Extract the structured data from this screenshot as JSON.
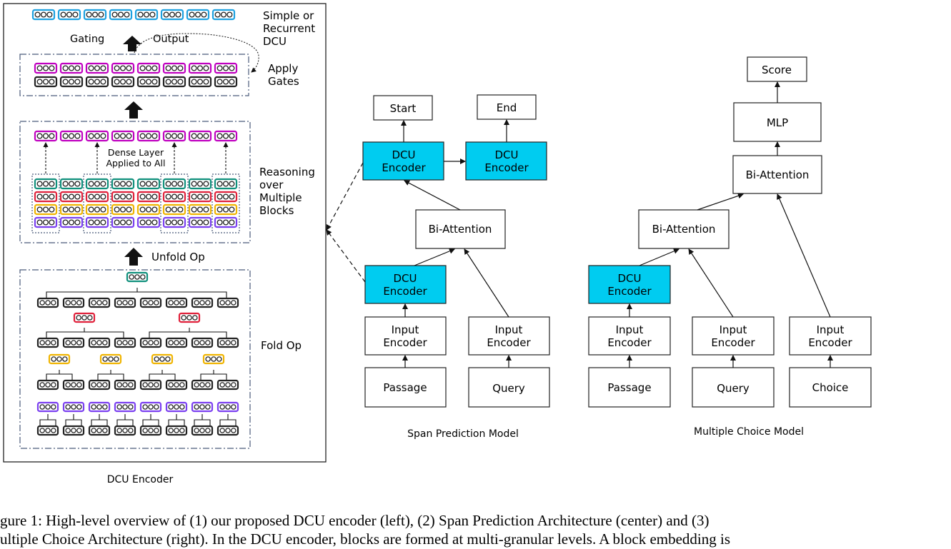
{
  "encoder": {
    "top_label": "Simple or\nRecurrent\nDCU",
    "gating_label": "Gating",
    "output_label": "Output",
    "apply_label": "Apply\nGates",
    "dense_label": "Dense Layer\nApplied to All",
    "reasoning_label": "Reasoning\nover\nMultiple\nBlocks",
    "unfold_label": "Unfold Op",
    "fold_label": "Fold Op",
    "title": "DCU Encoder",
    "colors": {
      "cyan": "#1da1e0",
      "magenta": "#c000c0",
      "black": "#222222",
      "teal": "#10907c",
      "red": "#e0203a",
      "yellow": "#f0b400",
      "purple": "#7a3ff0"
    }
  },
  "span": {
    "start": "Start",
    "end": "End",
    "dcu1": "DCU\nEncoder",
    "dcu2": "DCU\nEncoder",
    "biatt": "Bi-Attention",
    "dcu3": "DCU\nEncoder",
    "input1": "Input\nEncoder",
    "input2": "Input\nEncoder",
    "passage": "Passage",
    "query": "Query",
    "title": "Span Prediction Model"
  },
  "mc": {
    "score": "Score",
    "mlp": "MLP",
    "biatt_top": "Bi-Attention",
    "biatt": "Bi-Attention",
    "dcu": "DCU\nEncoder",
    "input1": "Input\nEncoder",
    "input2": "Input\nEncoder",
    "input3": "Input\nEncoder",
    "passage": "Passage",
    "query": "Query",
    "choice": "Choice",
    "title": "Multiple Choice Model"
  },
  "caption": {
    "line1": "gure 1:  High-level overview of (1) our proposed DCU encoder (left), (2) Span Prediction Architecture (center) and (3)",
    "line2": "ultiple Choice Architecture (right). In the DCU encoder, blocks are formed at multi-granular levels.  A block embedding is"
  }
}
